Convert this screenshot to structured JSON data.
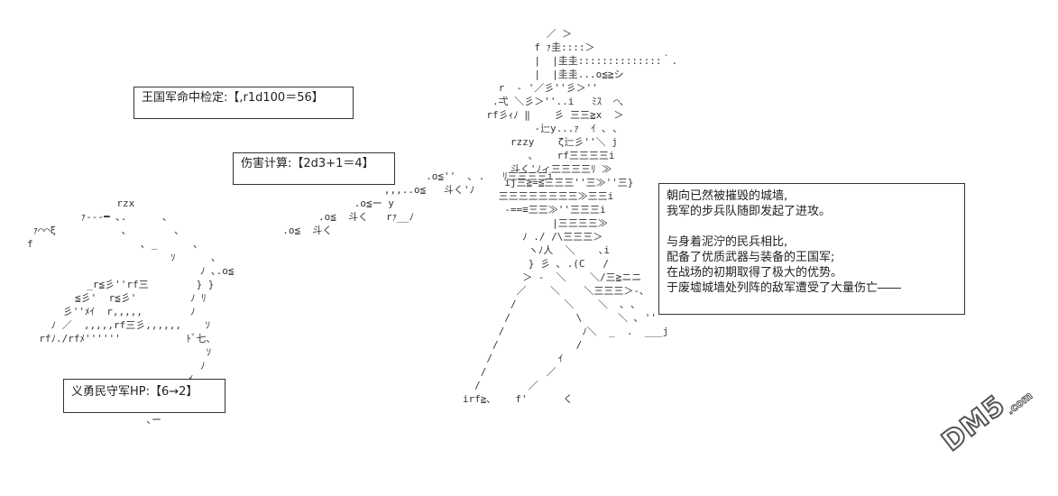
{
  "hit_check": {
    "text": "王国军命中检定:【,r1d100＝56】"
  },
  "damage_calc": {
    "text": "伤害计算:【2d3+1＝4】"
  },
  "militia_hp": {
    "text": "义勇民守军HP:【6→2】"
  },
  "narration": {
    "lines": [
      "朝向已然被摧毁的城墙,",
      "我军的步兵队随即发起了进攻。",
      "",
      "与身着泥泞的民兵相比,",
      "配备了优质武器与装备的王国军;",
      "在战场的初期取得了极大的优势。",
      "于废墟城墙处列阵的敌军遭受了大量伤亡――"
    ]
  },
  "watermark": {
    "brand": "DM5",
    "suffix": ".com"
  }
}
